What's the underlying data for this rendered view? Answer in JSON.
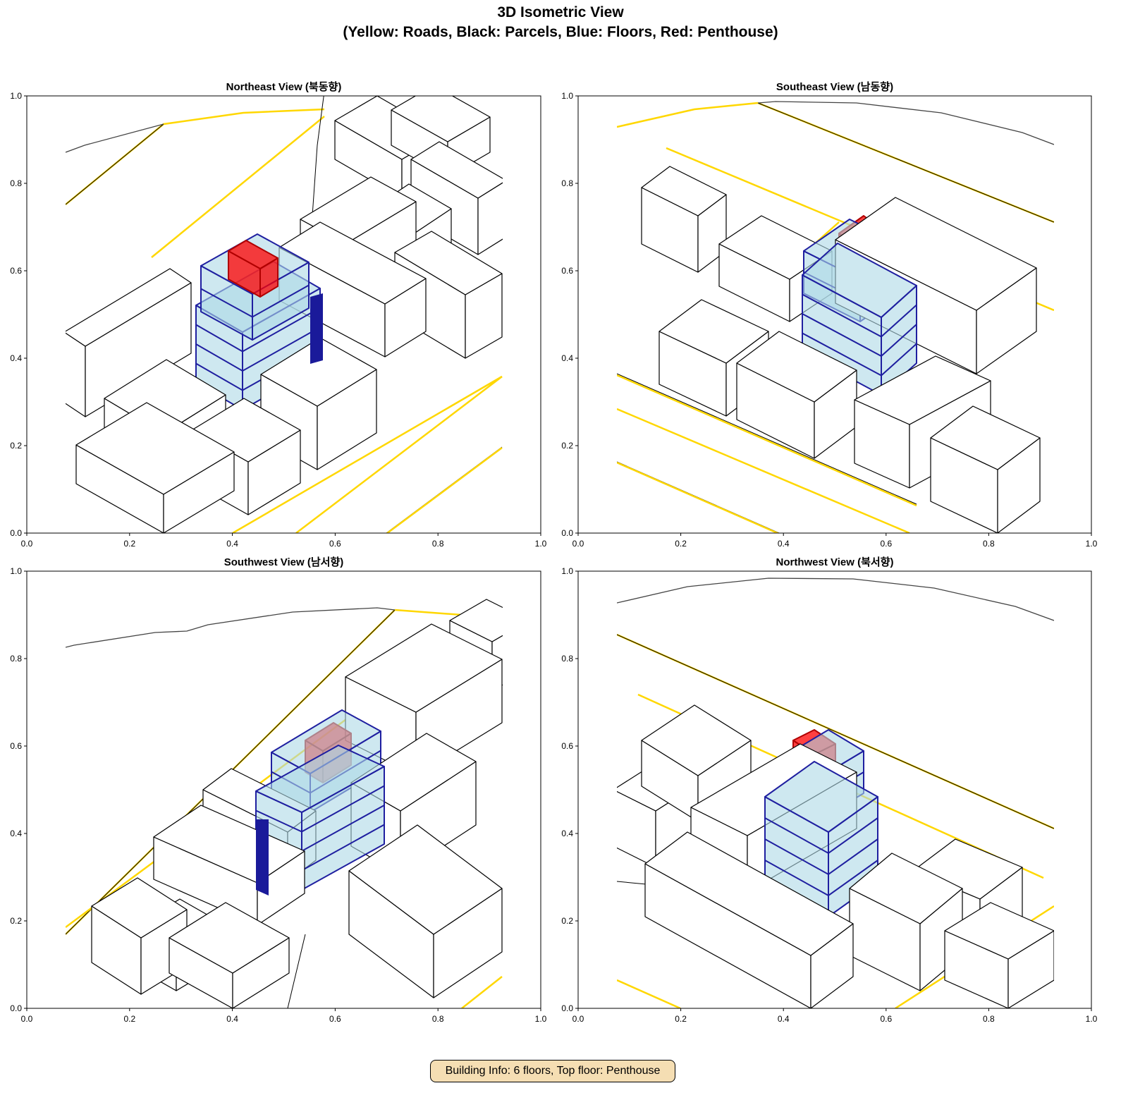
{
  "figure": {
    "title_line1": "3D Isometric View",
    "title_line2": "(Yellow: Roads, Black: Parcels, Blue: Floors, Red: Penthouse)"
  },
  "panels": [
    {
      "title": "Northeast View (북동향)"
    },
    {
      "title": "Southeast View (남동향)"
    },
    {
      "title": "Southwest View (남서향)"
    },
    {
      "title": "Northwest View (북서향)"
    }
  ],
  "axes": {
    "x_ticks": [
      "0.0",
      "0.2",
      "0.4",
      "0.6",
      "0.8",
      "1.0"
    ],
    "y_ticks": [
      "0.0",
      "0.2",
      "0.4",
      "0.6",
      "0.8",
      "1.0"
    ]
  },
  "info": {
    "text": "Building Info: 6 floors, Top floor: Penthouse"
  },
  "colors": {
    "road": "#ffd700",
    "parcel": "#000000",
    "floor_fill": "#add8e6",
    "floor_edge": "#1f1fa0",
    "penthouse": "#ff0000"
  }
}
